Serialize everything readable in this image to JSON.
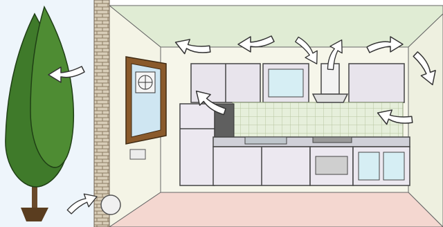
{
  "scene": {
    "subject": "kitchen-ventilation-airflow",
    "arrow_color": "#ffffff",
    "arrow_outline": "#333333",
    "tree_color": "#3f7a2a",
    "brick_color": "#b0a08a",
    "wall_color": "#f3f3e2",
    "floor_color": "#f3d9d2",
    "ceiling_color": "#e0ecd4",
    "cabinet_color": "#e6e2ea",
    "window_frame_color": "#8a5a2b",
    "exterior_color": "#dcebf5"
  },
  "airflow_arrows": [
    {
      "name": "arrow-outdoor-to-tree",
      "direction": "left"
    },
    {
      "name": "arrow-wall-vent-inlet",
      "direction": "right"
    },
    {
      "name": "arrow-ceiling-left-1",
      "direction": "left"
    },
    {
      "name": "arrow-ceiling-left-2",
      "direction": "left"
    },
    {
      "name": "arrow-ceiling-curl",
      "direction": "down"
    },
    {
      "name": "arrow-hood-up",
      "direction": "up"
    },
    {
      "name": "arrow-ceiling-right",
      "direction": "right"
    },
    {
      "name": "arrow-corner-down",
      "direction": "down"
    },
    {
      "name": "arrow-to-window",
      "direction": "up-left"
    },
    {
      "name": "arrow-to-stove",
      "direction": "left"
    }
  ]
}
